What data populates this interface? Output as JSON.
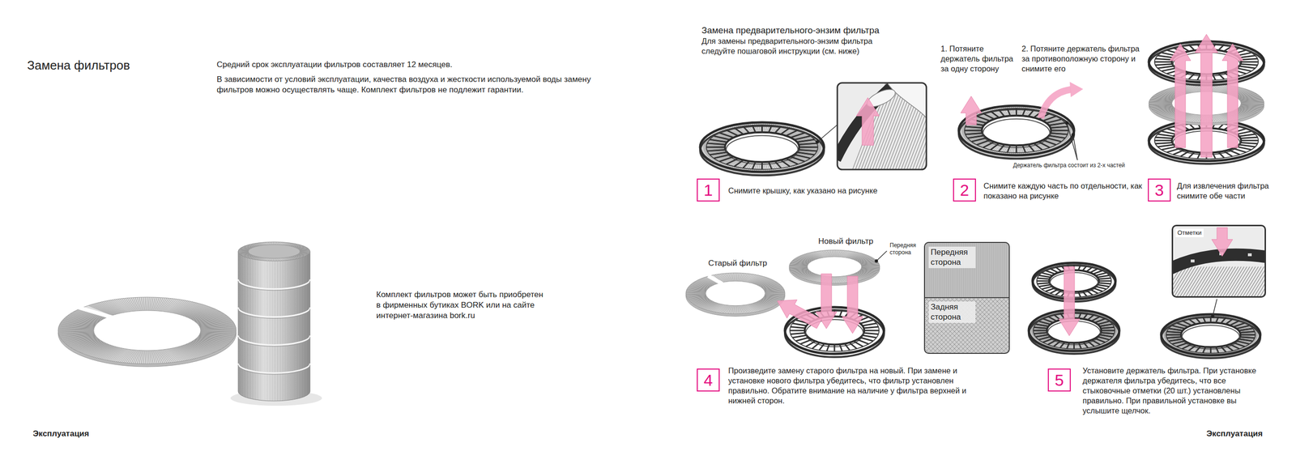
{
  "diagram": {
    "title": "Замена фильтров",
    "nodes": [
      {
        "text": [
          "1"
        ]
      },
      {
        "text": [
          "2"
        ]
      },
      {
        "text": [
          "3"
        ]
      },
      {
        "text": [
          "Передняя сторона",
          "Задняя сторона"
        ]
      },
      {
        "text": [
          "Отметки"
        ]
      },
      {
        "text": [
          "4"
        ]
      },
      {
        "text": [
          "5"
        ]
      }
    ],
    "labels": [
      "Средний срок эксплуатации фильтров составляет 12 месяцев.",
      "В зависимости от условий эксплуатации, качества воздуха и жесткости используемой воды замену фильтров можно осуществлять чаще. Комплект фильтров не подлежит гарантии.",
      "Комплект фильтров может быть приобретен в фирменных бутиках BORK или на сайте интернет-магазина bork.ru",
      "Эксплуатация",
      "Замена предварительного-энзим фильтра",
      "Для замены предварительного-энзим фильтра следуйте пошаговой инструкции (см. ниже)",
      "1. Потяните держатель фильтра за одну сторону",
      "2. Потяните держатель фильтра за противоположную сторону и снимите его",
      "Держатель фильтра состоит из 2-х частей",
      "Снимите крышку, как указано на рисунке",
      "Снимите каждую часть по отдельности, как показано на рисунке",
      "Для извлечения фильтра снимите обе части",
      "Старый фильтр",
      "Новый фильтр",
      "Передняя сторона",
      "Произведите замену старого фильтра на новый. При замене и установке нового фильтра убедитесь, что фильтр установлен правильно. Обратите внимание на наличие у фильтра верхней и нижней сторон.",
      "Установите держатель фильтра. При установке держателя фильтра убедитесь, что все стыковочные отметки (20 шт.) установлены правильно. При правильной установке вы услышите щелчок.",
      "Эксплуатация"
    ]
  }
}
